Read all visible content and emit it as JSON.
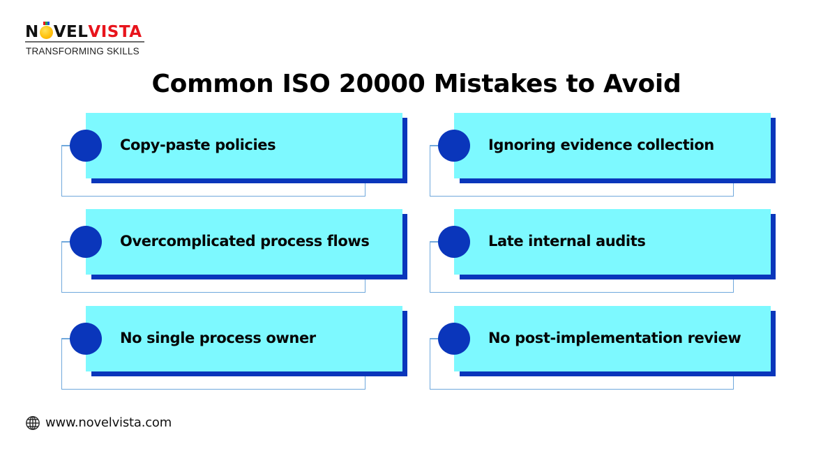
{
  "brand": {
    "logo_parts": {
      "first": "N",
      "middle": "VEL",
      "accent": "VISTA"
    },
    "tagline": "TRANSFORMING SKILLS",
    "ribbon_colors": [
      "#e8141c",
      "#22a34a",
      "#1e4fd8"
    ],
    "colors": {
      "dark_text": "#111111",
      "red": "#e8141c",
      "orange": "#ffc20e"
    }
  },
  "title": "Common ISO 20000 Mistakes to Avoid",
  "colors": {
    "card_face": "#7df9ff",
    "card_shadow": "#0a36bb",
    "card_dot": "#0a36bb",
    "card_outline": "#6fa8dc"
  },
  "cards": [
    {
      "label": "Copy-paste policies"
    },
    {
      "label": "Ignoring evidence collection"
    },
    {
      "label": "Overcomplicated process flows"
    },
    {
      "label": "Late internal audits"
    },
    {
      "label": "No single process owner"
    },
    {
      "label": "No post-implementation review"
    }
  ],
  "footer": {
    "icon": "globe-icon",
    "url": "www.novelvista.com"
  }
}
